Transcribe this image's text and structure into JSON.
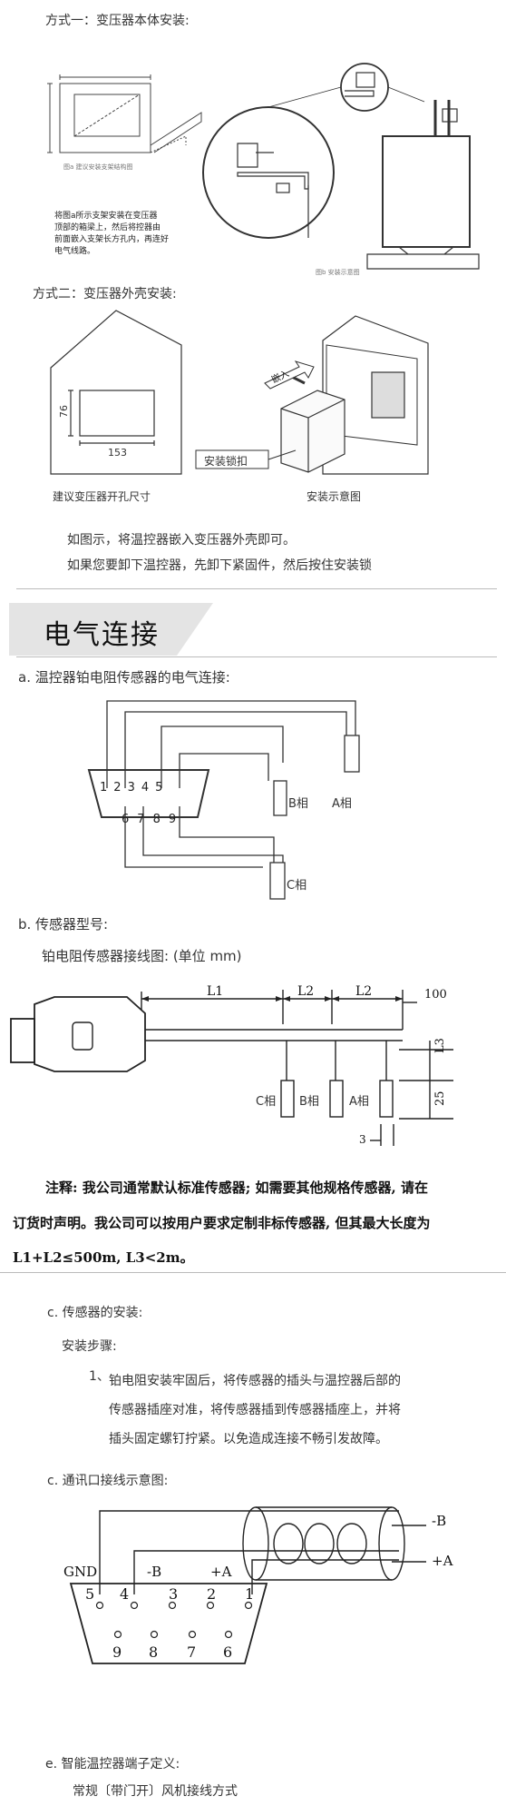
{
  "method1": {
    "heading": "方式一：变压器本体安装:",
    "fig_a_caption": "图a 建议安装支架结构图",
    "fig_a_note": [
      "将图a所示支架安装在变压器",
      "顶部的箱梁上，然后将控器由",
      "前面嵌入支架长方孔内，再连好",
      "电气线路。"
    ],
    "fig_b_caption": "图b 安装示意图"
  },
  "method2": {
    "heading": "方式二：变压器外壳安装:",
    "dim_height": "76",
    "dim_width": "153",
    "insert_label": "嵌入",
    "lock_label": "安装锁扣",
    "caption_left": "建议变压器开孔尺寸",
    "caption_right": "安装示意图",
    "para1": "如图示，将温控器嵌入变压器外壳即可。",
    "para2": "如果您要卸下温控器，先卸下紧固件，然后按住安装锁"
  },
  "section_title": "电气连接",
  "part_a": {
    "heading": "a. 温控器铂电阻传感器的电气连接:",
    "pins_top": [
      "1",
      "2",
      "3",
      "4",
      "5"
    ],
    "pins_bottom": [
      "6",
      "7",
      "8",
      "9"
    ],
    "label_b": "B相",
    "label_a": "A相",
    "label_c": "C相"
  },
  "part_b": {
    "heading": "b. 传感器型号:",
    "sub": "铂电阻传感器接线图: (单位 mm)",
    "dim_l1": "L1",
    "dim_l2a": "L2",
    "dim_l2b": "L2",
    "dim_100": "100",
    "dim_l3": "L3",
    "dim_25": "25",
    "dim_3": "3",
    "label_c": "C相",
    "label_b": "B相",
    "label_a": "A相"
  },
  "note": {
    "line1": "注释: 我公司通常默认标准传感器; 如需要其他规格传感器, 请在",
    "line2": "订货时声明。我公司可以按用户要求定制非标传感器, 但其最大长度为",
    "line3": "L1+L2≤500m, L3<2m。"
  },
  "part_c": {
    "heading": "c. 传感器的安装:",
    "steps_label": "安装步骤:",
    "step_num": "1、",
    "step_lines": [
      "铂电阻安装牢固后，将传感器的插头与温控器后部的",
      "传感器插座对准，将传感器插到传感器插座上，并将",
      "插头固定螺钉拧紧。以免造成连接不畅引发故障。"
    ]
  },
  "part_comm": {
    "heading": "c. 通讯口接线示意图:",
    "label_gnd": "GND",
    "label_nb": "-B",
    "label_pa": "+A",
    "label_out_nb": "-B",
    "label_out_pa": "+A",
    "pins_top": [
      "5",
      "4",
      "3",
      "2",
      "1"
    ],
    "pins_bottom": [
      "9",
      "8",
      "7",
      "6"
    ]
  },
  "part_e": {
    "heading": "e. 智能温控器端子定义:",
    "sub": "常规〔带门开〕风机接线方式"
  }
}
